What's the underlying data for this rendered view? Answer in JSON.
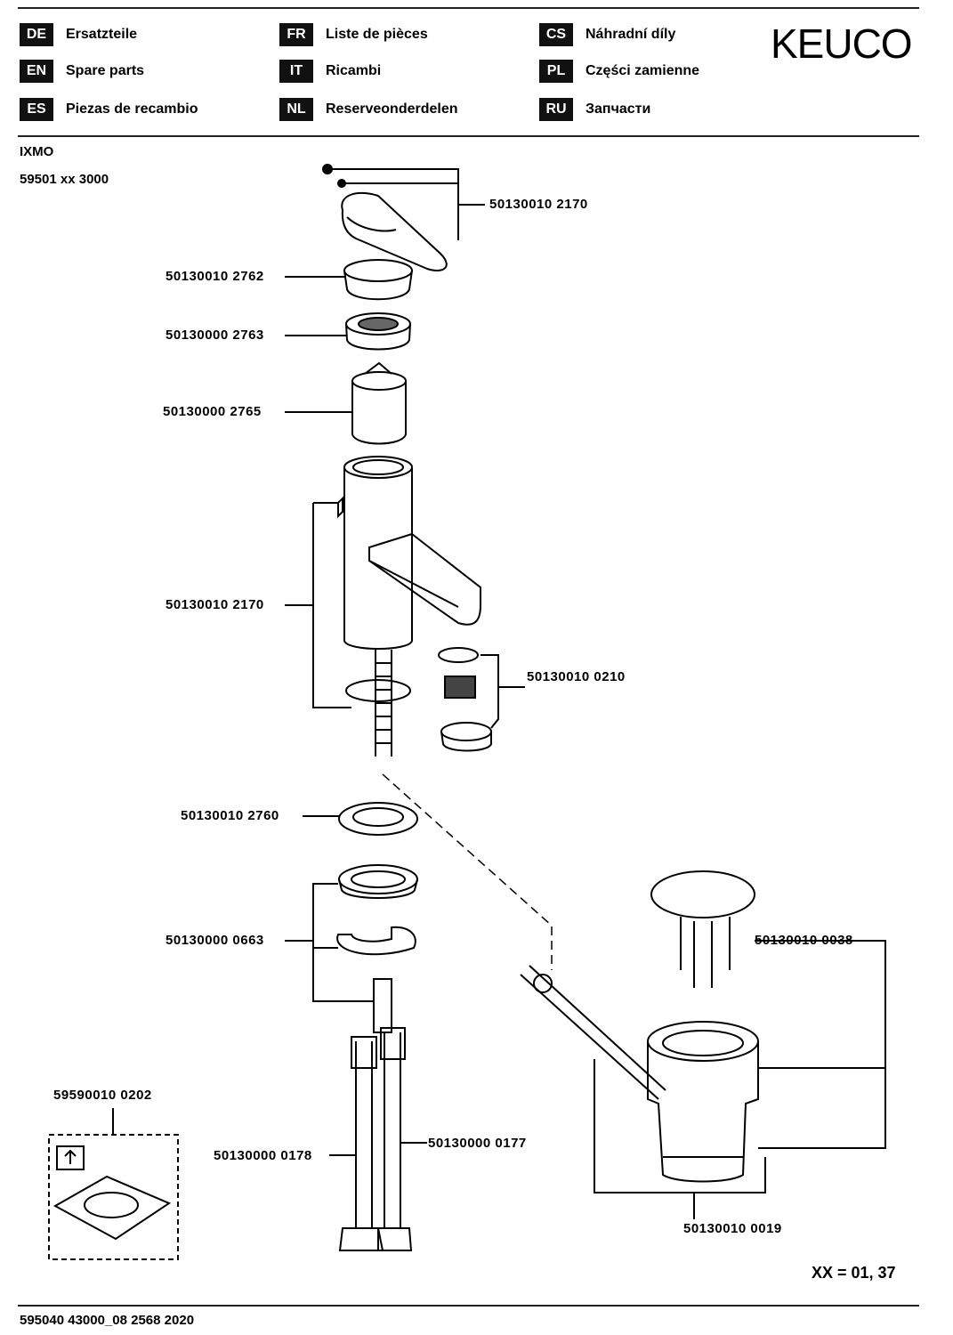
{
  "header": {
    "languages": [
      {
        "code": "DE",
        "label": "Ersatzteile"
      },
      {
        "code": "EN",
        "label": "Spare parts"
      },
      {
        "code": "ES",
        "label": "Piezas de recambio"
      },
      {
        "code": "FR",
        "label": "Liste de pièces"
      },
      {
        "code": "IT",
        "label": "Ricambi"
      },
      {
        "code": "NL",
        "label": "Reserveonderdelen"
      },
      {
        "code": "CS",
        "label": "Náhradní díly"
      },
      {
        "code": "PL",
        "label": "Części zamienne"
      },
      {
        "code": "RU",
        "label": "Запчасти"
      }
    ],
    "brand": "KEUCO"
  },
  "product": {
    "name": "IXMO",
    "article_number": "59501 xx 3000"
  },
  "parts": {
    "lever": "50130010 2170",
    "cover": "50130010 2762",
    "nut": "50130000 2763",
    "cartridge": "50130000 2765",
    "body": "50130010 2170",
    "aerator": "50130010 0210",
    "ring": "50130010 2760",
    "fixing_set": "50130000 0663",
    "plug": "50130010 0038",
    "template": "59590010 0202",
    "hose_left": "50130000 0178",
    "hose_right": "50130000 0177",
    "waste": "50130010 0019"
  },
  "footer": {
    "page_ref": "XX = 01, 37",
    "doc_number": "595040 43000_08 2568 2020"
  }
}
